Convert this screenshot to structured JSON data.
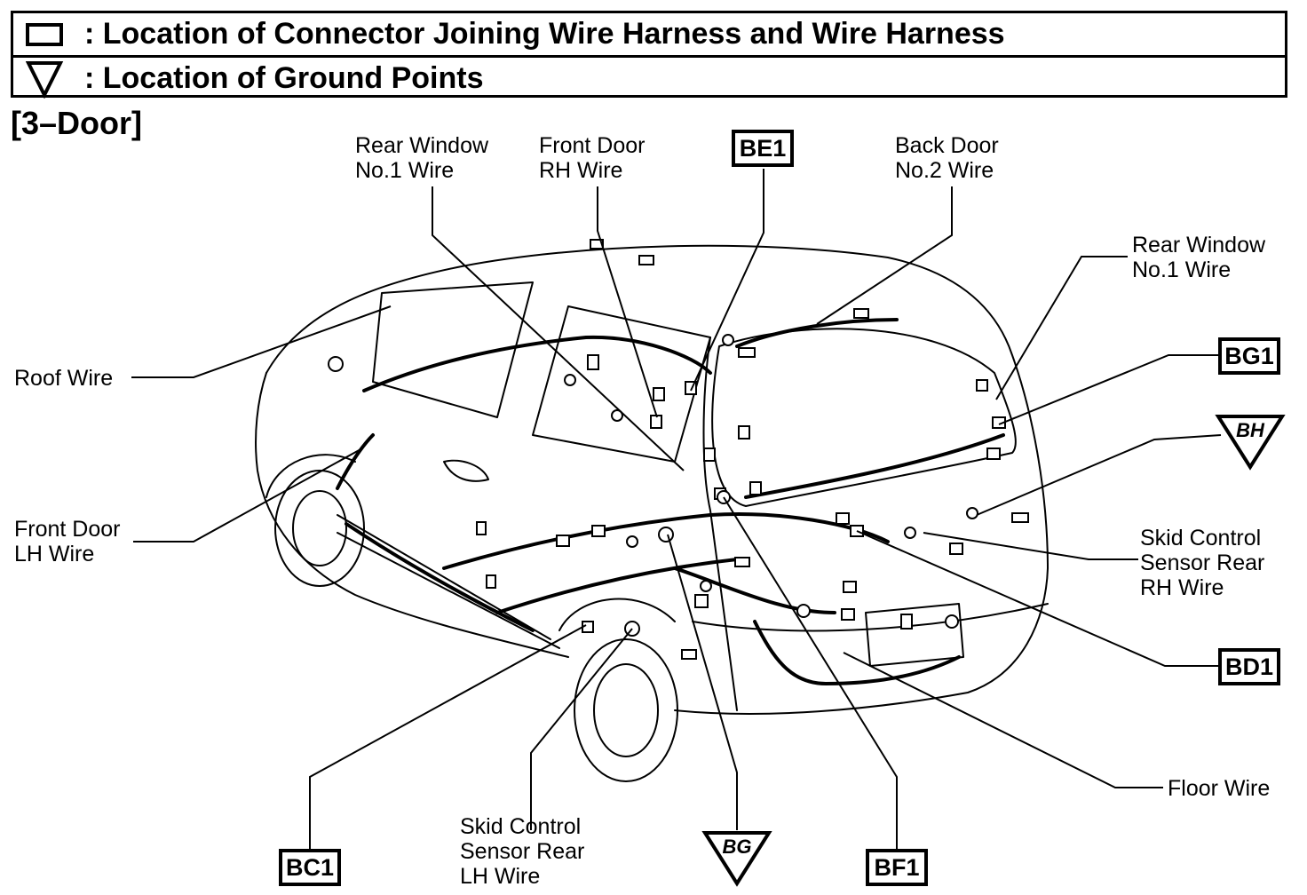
{
  "legend": {
    "connector": ": Location of Connector Joining Wire Harness and Wire Harness",
    "ground": ": Location of Ground Points",
    "connector_icon": "connector-box-icon",
    "ground_icon": "ground-triangle-icon"
  },
  "section_title": "[3–Door]",
  "labels": {
    "rear_window_left": [
      "Rear Window",
      "No.1 Wire"
    ],
    "front_door_rh": [
      "Front Door",
      "RH Wire"
    ],
    "back_door_no2": [
      "Back Door",
      "No.2 Wire"
    ],
    "rear_window_right": [
      "Rear Window",
      "No.1 Wire"
    ],
    "roof_wire": "Roof Wire",
    "front_door_lh": [
      "Front Door",
      "LH Wire"
    ],
    "skid_rear_rh": [
      "Skid Control",
      "Sensor Rear",
      "RH Wire"
    ],
    "floor_wire": "Floor Wire",
    "skid_rear_lh": [
      "Skid Control",
      "Sensor Rear",
      "LH Wire"
    ]
  },
  "connectors": {
    "be1": "BE1",
    "bg1": "BG1",
    "bd1": "BD1",
    "bc1": "BC1",
    "bf1": "BF1"
  },
  "grounds": {
    "bh": "BH",
    "bg": "BG"
  }
}
